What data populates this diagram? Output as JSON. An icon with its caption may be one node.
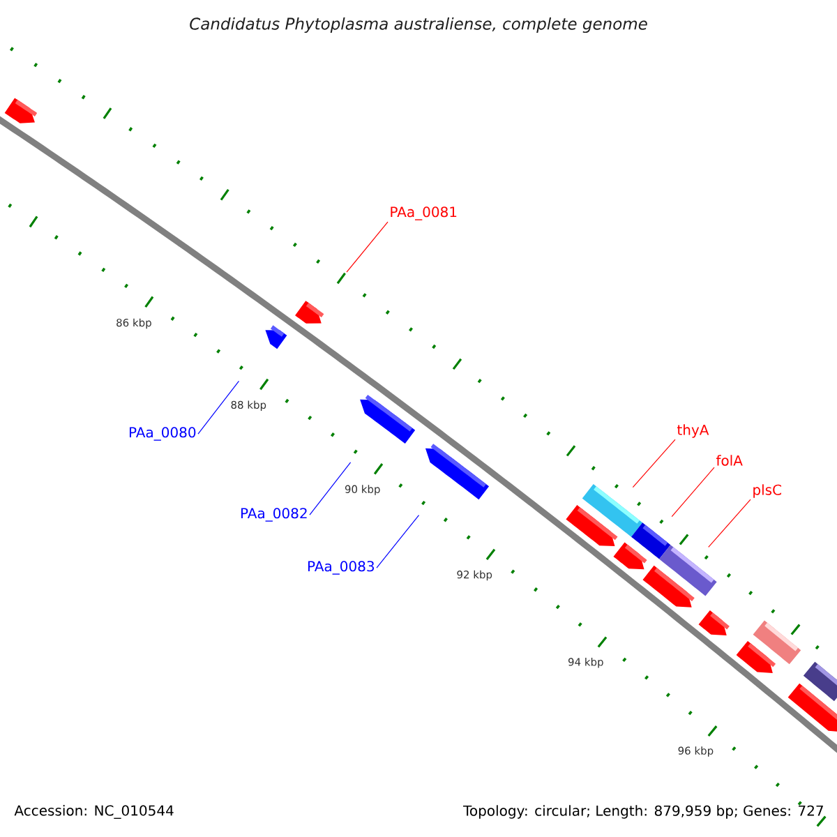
{
  "diagram": {
    "title": "Candidatus Phytoplasma australiense, complete genome",
    "nodes": [
      {
        "text": [
          "PAa_0081"
        ]
      },
      {
        "text": [
          "PAa_0080"
        ]
      },
      {
        "text": [
          "PAa_0082"
        ]
      },
      {
        "text": [
          "PAa_0083"
        ]
      },
      {
        "text": [
          "thyA"
        ]
      },
      {
        "text": [
          "folA"
        ]
      },
      {
        "text": [
          "plsC"
        ]
      },
      {
        "text": [],
        "shape": "arrow"
      },
      {
        "text": [],
        "shape": "arrow"
      },
      {
        "text": [],
        "shape": "arrow"
      },
      {
        "text": [],
        "shape": "arrow"
      },
      {
        "text": [],
        "shape": "arrow"
      },
      {
        "text": [],
        "shape": "arrow"
      },
      {
        "text": [],
        "shape": "bar"
      },
      {
        "text": [],
        "shape": "arrow"
      },
      {
        "text": [],
        "shape": "bar"
      },
      {
        "text": [],
        "shape": "arrow"
      },
      {
        "text": [],
        "shape": "bar"
      },
      {
        "text": [],
        "shape": "arrow"
      },
      {
        "text": [],
        "shape": "arrow"
      },
      {
        "text": [],
        "shape": "bar"
      },
      {
        "text": [],
        "shape": "bar"
      },
      {
        "text": [],
        "shape": "arrow"
      }
    ],
    "edges": [
      {
        "from": 0,
        "to": 9,
        "arrow": "none",
        "color": "#ff0000"
      },
      {
        "from": 1,
        "to": 8,
        "arrow": "none",
        "color": "#0000ff"
      },
      {
        "from": 2,
        "to": 10,
        "arrow": "none",
        "color": "#0000ff"
      },
      {
        "from": 3,
        "to": 11,
        "arrow": "none",
        "color": "#0000ff"
      },
      {
        "from": 4,
        "to": 13,
        "arrow": "none",
        "color": "#ff0000"
      },
      {
        "from": 5,
        "to": 15,
        "arrow": "none",
        "color": "#ff0000"
      },
      {
        "from": 6,
        "to": 17,
        "arrow": "none",
        "color": "#ff0000"
      }
    ],
    "labels": [
      "86 kbp",
      "88 kbp",
      "90 kbp",
      "92 kbp",
      "94 kbp",
      "96 kbp",
      "Accession: NC_010544",
      "Topology: circular; Length: 879,959 bp; Genes: 727"
    ]
  }
}
